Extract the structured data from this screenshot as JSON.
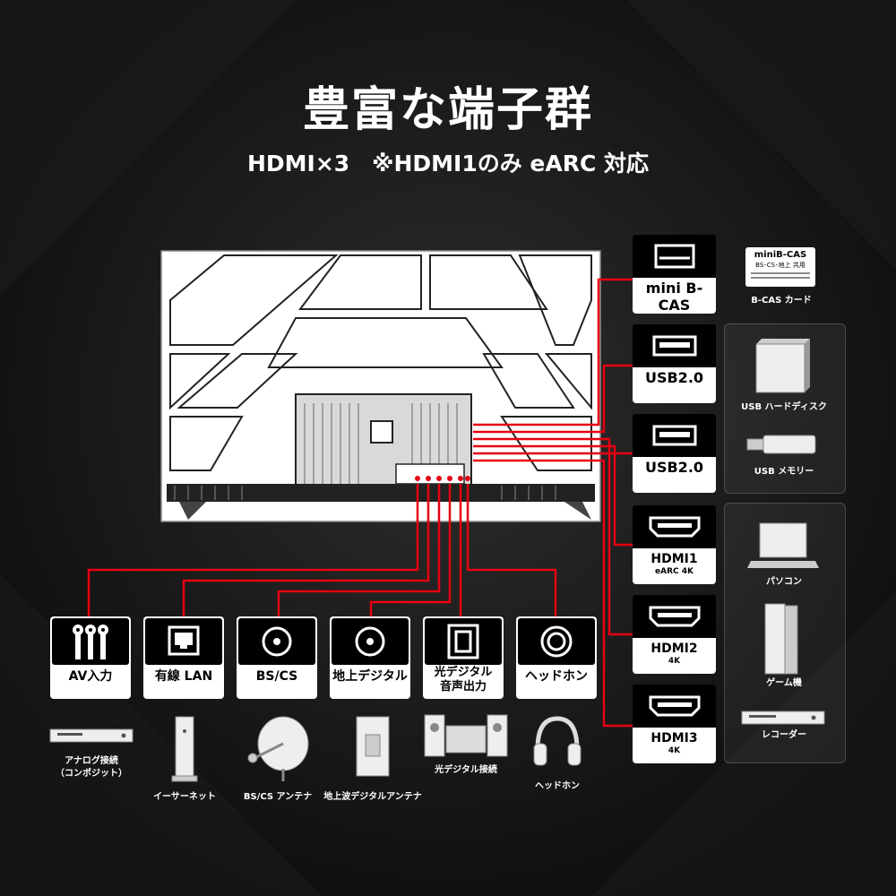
{
  "header": {
    "title": "豊富な端子群",
    "subtitle": "HDMI×3　※HDMI1のみ eARC 対応"
  },
  "colors": {
    "background": "#111111",
    "accent_line": "#e60012",
    "box_fill": "#ffffff",
    "icon_fill": "#000000"
  },
  "right_ports": [
    {
      "icon": "card-slot-icon",
      "label": "mini B-CAS",
      "sub": ""
    },
    {
      "icon": "usb-port-icon",
      "label": "USB2.0",
      "sub": ""
    },
    {
      "icon": "usb-port-icon",
      "label": "USB2.0",
      "sub": ""
    },
    {
      "icon": "hdmi-port-icon",
      "label": "HDMI1",
      "sub": "eARC 4K"
    },
    {
      "icon": "hdmi-port-icon",
      "label": "HDMI2",
      "sub": "4K"
    },
    {
      "icon": "hdmi-port-icon",
      "label": "HDMI3",
      "sub": "4K"
    }
  ],
  "bottom_ports": [
    {
      "icon": "rca-jacks-icon",
      "label": "AV入力"
    },
    {
      "icon": "lan-port-icon",
      "label": "有線 LAN"
    },
    {
      "icon": "antenna-port-icon",
      "label": "BS/CS"
    },
    {
      "icon": "antenna-port-icon",
      "label": "地上デジタル"
    },
    {
      "icon": "optical-port-icon",
      "label_line1": "光デジタル",
      "label_line2": "音声出力"
    },
    {
      "icon": "headphone-jack-icon",
      "label": "ヘッドホン"
    }
  ],
  "right_devices": {
    "bcas_card": {
      "icon": "bcas-card-icon",
      "label": "B-CAS カード",
      "card_text": "miniB-CAS",
      "card_sub": "BS･CS･地上 共用"
    },
    "usb_hdd": {
      "icon": "hard-disk-icon",
      "label": "USB ハードディスク"
    },
    "usb_memory": {
      "icon": "usb-memory-icon",
      "label": "USB メモリー"
    },
    "pc": {
      "icon": "laptop-icon",
      "label": "パソコン"
    },
    "game": {
      "icon": "game-console-icon",
      "label": "ゲーム機"
    },
    "recorder": {
      "icon": "recorder-icon",
      "label": "レコーダー"
    }
  },
  "bottom_devices": [
    {
      "icon": "player-icon",
      "label_line1": "アナログ接続",
      "label_line2": "（コンポジット）"
    },
    {
      "icon": "router-icon",
      "label": "イーサーネット"
    },
    {
      "icon": "satellite-dish-icon",
      "label": "BS/CS アンテナ"
    },
    {
      "icon": "wall-outlet-icon",
      "label": "地上波デジタルアンテナ"
    },
    {
      "icon": "audio-system-icon",
      "label": "光デジタル接続"
    },
    {
      "icon": "headphones-icon",
      "label": "ヘッドホン"
    }
  ]
}
